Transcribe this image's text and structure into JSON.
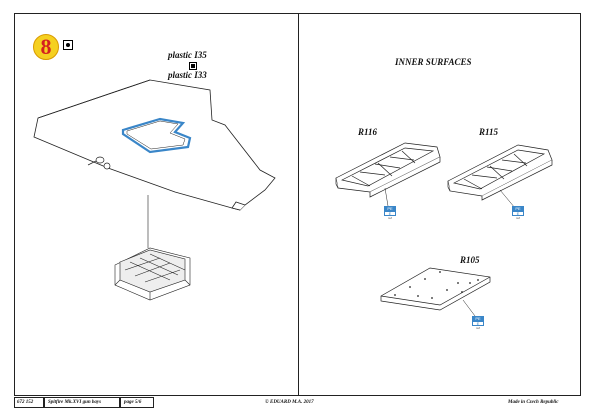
{
  "step": {
    "number": "8"
  },
  "left_panel": {
    "labels": [
      "plastic I35",
      "plastic I33"
    ]
  },
  "right_panel": {
    "title": "INNER SURFACES",
    "parts": [
      {
        "label": "R116",
        "badge_top": "PE",
        "badge_mid": "E",
        "badge_bot": "ref"
      },
      {
        "label": "R115",
        "badge_top": "PE",
        "badge_mid": "E",
        "badge_bot": "ref"
      },
      {
        "label": "R105",
        "badge_top": "PE",
        "badge_mid": "E",
        "badge_bot": "ref"
      }
    ]
  },
  "footer": {
    "code": "672 152",
    "product": "Spitfire Mk.XVI gun bays",
    "page": "page 5/6",
    "copyright": "© EDUARD  M.A. 2017",
    "origin": "Made in Czech Republic"
  },
  "colors": {
    "step_circle": "#f5d020",
    "step_number": "#d41f1f",
    "badge": "#3a86c8",
    "outline_blue": "#3a86c8"
  }
}
